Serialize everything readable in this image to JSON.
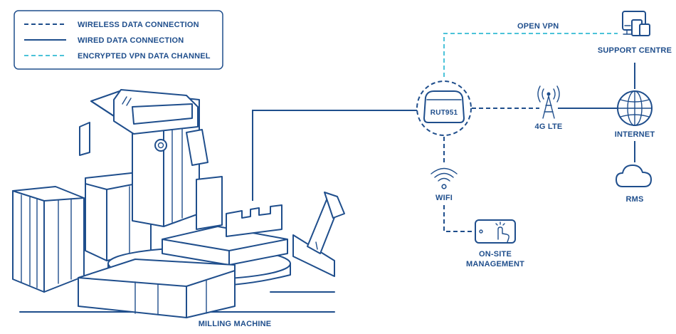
{
  "colors": {
    "primary": "#1f4e8c",
    "vpn": "#4cc3d9"
  },
  "legend": {
    "wireless": "WIRELESS DATA CONNECTION",
    "wired": "WIRED DATA CONNECTION",
    "vpn": "ENCRYPTED VPN DATA CHANNEL"
  },
  "nodes": {
    "router": "RUT951",
    "lte": "4G LTE",
    "internet": "INTERNET",
    "support": "SUPPORT CENTRE",
    "rms": "RMS",
    "wifi": "WIFI",
    "onsite_line1": "ON-SITE",
    "onsite_line2": "MANAGEMENT",
    "machine": "MILLING MACHINE"
  },
  "links": {
    "open_vpn": "OPEN VPN"
  }
}
